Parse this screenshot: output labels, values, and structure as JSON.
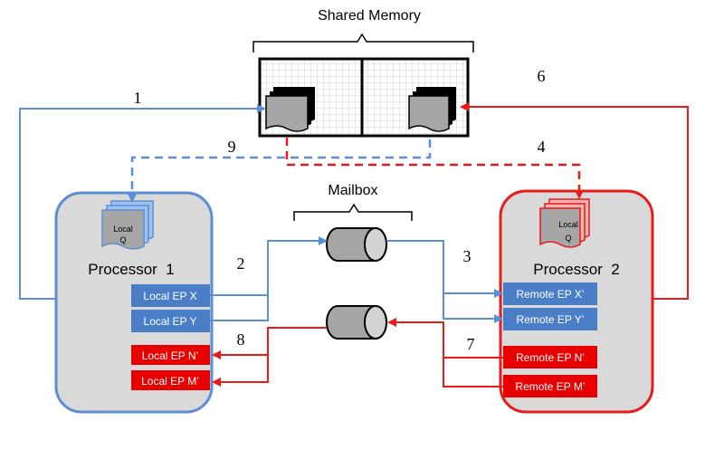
{
  "title": "Shared Memory",
  "mailbox_label": "Mailbox",
  "colors": {
    "blue": "#5a8fd6",
    "red": "#e81a1a",
    "processor_fill": "#d9d9d9",
    "blue_box": "#4a7fc8",
    "red_box": "#e80000"
  },
  "steps": {
    "s1": "1",
    "s2": "2",
    "s3": "3",
    "s4": "4",
    "s6": "6",
    "s7": "7",
    "s8": "8",
    "s9": "9"
  },
  "processor1": {
    "label": "Processor  1",
    "queue": [
      "Local",
      "Q"
    ],
    "endpoints": [
      "Local EP X",
      "Local EP Y"
    ],
    "red_endpoints": [
      "Local EP N’",
      "Local EP M’"
    ]
  },
  "processor2": {
    "label": "Processor  2",
    "queue": [
      "Local",
      "Q"
    ],
    "endpoints": [
      "Remote EP X’",
      "Remote EP Y’"
    ],
    "red_endpoints": [
      "Remote EP N’",
      "Remote EP M’"
    ]
  }
}
